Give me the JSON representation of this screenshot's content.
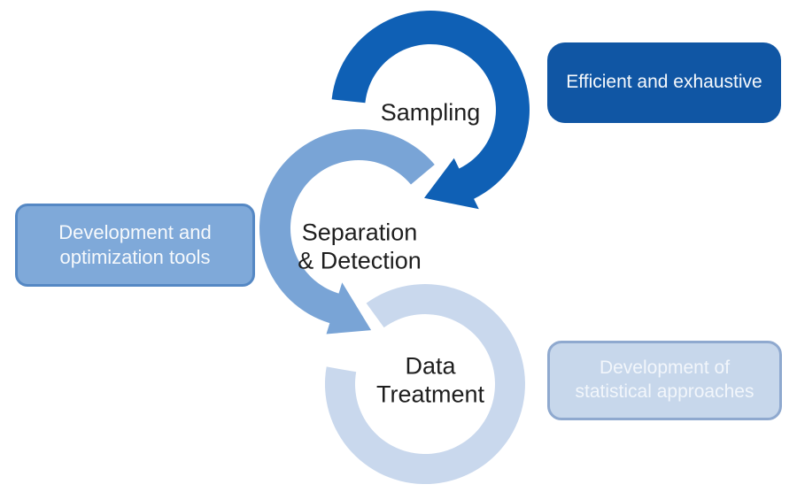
{
  "diagram": {
    "background": "#ffffff",
    "steps": [
      {
        "id": "sampling",
        "label": "Sampling",
        "label_lines": [
          "Sampling"
        ],
        "arrow_color": "#0f60b5",
        "label_color": "#1e1e1e"
      },
      {
        "id": "separation-detection",
        "label": "Separation & Detection",
        "label_lines": [
          "Separation",
          "& Detection"
        ],
        "arrow_color": "#79a4d6",
        "label_color": "#1e1e1e"
      },
      {
        "id": "data-treatment",
        "label": "Data Treatment",
        "label_lines": [
          "Data",
          "Treatment"
        ],
        "arrow_color": "#c9d8ed",
        "label_color": "#1e1e1e"
      }
    ],
    "callouts": [
      {
        "id": "efficient-exhaustive",
        "lines": [
          "Efficient and exhaustive"
        ],
        "fill": "#1056a4",
        "border": "#1056a4",
        "text_color": "#f6f9fc"
      },
      {
        "id": "development-optimization-tools",
        "lines": [
          "Development and",
          "optimization tools"
        ],
        "fill": "#7fa9d9",
        "border": "#5588c4",
        "text_color": "#f6f9fc"
      },
      {
        "id": "development-statistical-approaches",
        "lines": [
          "Development of",
          "statistical approaches"
        ],
        "fill": "#c7d7eb",
        "border": "#8fa9cf",
        "text_color": "#f2f6fb"
      }
    ]
  }
}
